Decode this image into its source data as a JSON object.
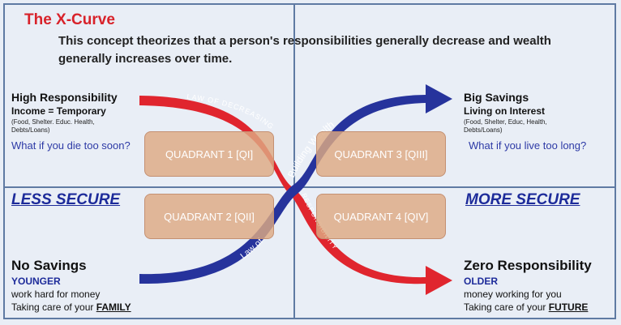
{
  "title": "The X-Curve",
  "intro": "This concept theorizes that a person's responsibilities generally decrease and wealth generally increases over time.",
  "top_left": {
    "title": "High Responsibility",
    "subtitle": "Income = Temporary",
    "detail": "(Food, Shelter. Educ. Health, Debts/Loans)",
    "question": "What if you die too soon?"
  },
  "top_right": {
    "title": "Big Savings",
    "subtitle": "Living on Interest",
    "detail": "(Food, Shelter, Educ, Health, Debts/Loans)",
    "question": "What if you live too long?"
  },
  "left_security": "LESS SECURE",
  "right_security": "MORE SECURE",
  "bottom_left": {
    "title": "No Savings",
    "tag": "YOUNGER",
    "line1": "work hard for money",
    "line2_prefix": "Taking care of your ",
    "line2_emphasis": "FAMILY"
  },
  "bottom_right": {
    "title": "Zero Responsibility",
    "tag": "OLDER",
    "line1": "money working for you",
    "line2_prefix": "Taking care of your ",
    "line2_emphasis": "FUTURE"
  },
  "quadrants": {
    "q1": "QUADRANT 1 [QI]",
    "q2": "QUADRANT 2 [QII]",
    "q3": "QUADRANT 3 [QIII]",
    "q4": "QUADRANT 4 [QIV]"
  },
  "curve_labels": {
    "red_upper": "LAW OF DECREASING",
    "red_lower": "RESPONSIBILITY",
    "blue_upper": "Building Wealth",
    "blue_lower": "Law of"
  },
  "colors": {
    "red_curve": "#e0252e",
    "blue_curve": "#26339c",
    "frame": "#5f7aa3",
    "title_red": "#d8222a",
    "secure_blue": "#1d2b9a"
  }
}
